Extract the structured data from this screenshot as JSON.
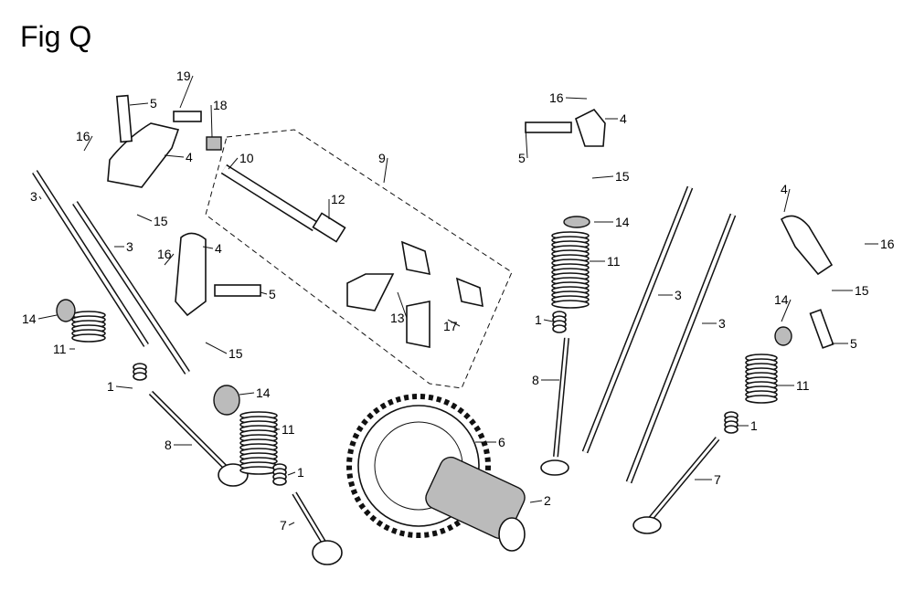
{
  "figure": {
    "title": "Fig Q"
  },
  "callouts": [
    "19",
    "18",
    "5",
    "16",
    "4",
    "15",
    "3",
    "3",
    "10",
    "9",
    "12",
    "16",
    "4",
    "5",
    "13",
    "17",
    "15",
    "14",
    "11",
    "1",
    "14",
    "8",
    "11",
    "1",
    "7",
    "6",
    "2",
    "16",
    "4",
    "5",
    "15",
    "14",
    "11",
    "1",
    "8",
    "3",
    "3",
    "4",
    "16",
    "15",
    "5",
    "14",
    "11",
    "1",
    "7"
  ]
}
